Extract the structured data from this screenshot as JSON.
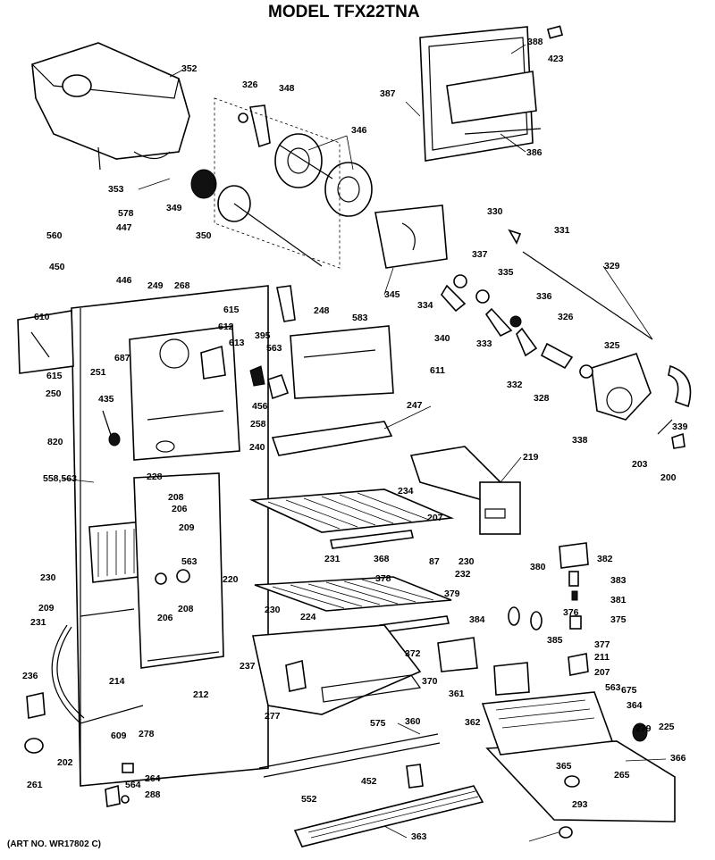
{
  "title": "MODEL TFX22TNA",
  "art_number": "(ART NO. WR17802 C)",
  "callouts": [
    "352",
    "326",
    "348",
    "346",
    "388",
    "423",
    "387",
    "386",
    "353",
    "349",
    "350",
    "578",
    "447",
    "560",
    "450",
    "446",
    "345",
    "330",
    "331",
    "329",
    "337",
    "335",
    "334",
    "340",
    "333",
    "336",
    "332",
    "326",
    "328",
    "325",
    "339",
    "338",
    "203",
    "200",
    "249",
    "268",
    "248",
    "610",
    "615",
    "612",
    "613",
    "395",
    "563",
    "583",
    "611",
    "615",
    "251",
    "687",
    "250",
    "456",
    "258",
    "435",
    "247",
    "820",
    "240",
    "219",
    "558,563",
    "228",
    "208",
    "206",
    "234",
    "207",
    "209",
    "231",
    "368",
    "87",
    "230",
    "232",
    "563",
    "230",
    "220",
    "206",
    "208",
    "378",
    "379",
    "380",
    "382",
    "383",
    "381",
    "376",
    "375",
    "384",
    "385",
    "377",
    "211",
    "207",
    "230",
    "224",
    "209",
    "231",
    "372",
    "370",
    "361",
    "362",
    "563",
    "675",
    "364",
    "279",
    "225",
    "236",
    "214",
    "237",
    "212",
    "277",
    "360",
    "575",
    "366",
    "365",
    "265",
    "293",
    "202",
    "609",
    "278",
    "264",
    "452",
    "261",
    "564",
    "288",
    "552",
    "363"
  ]
}
